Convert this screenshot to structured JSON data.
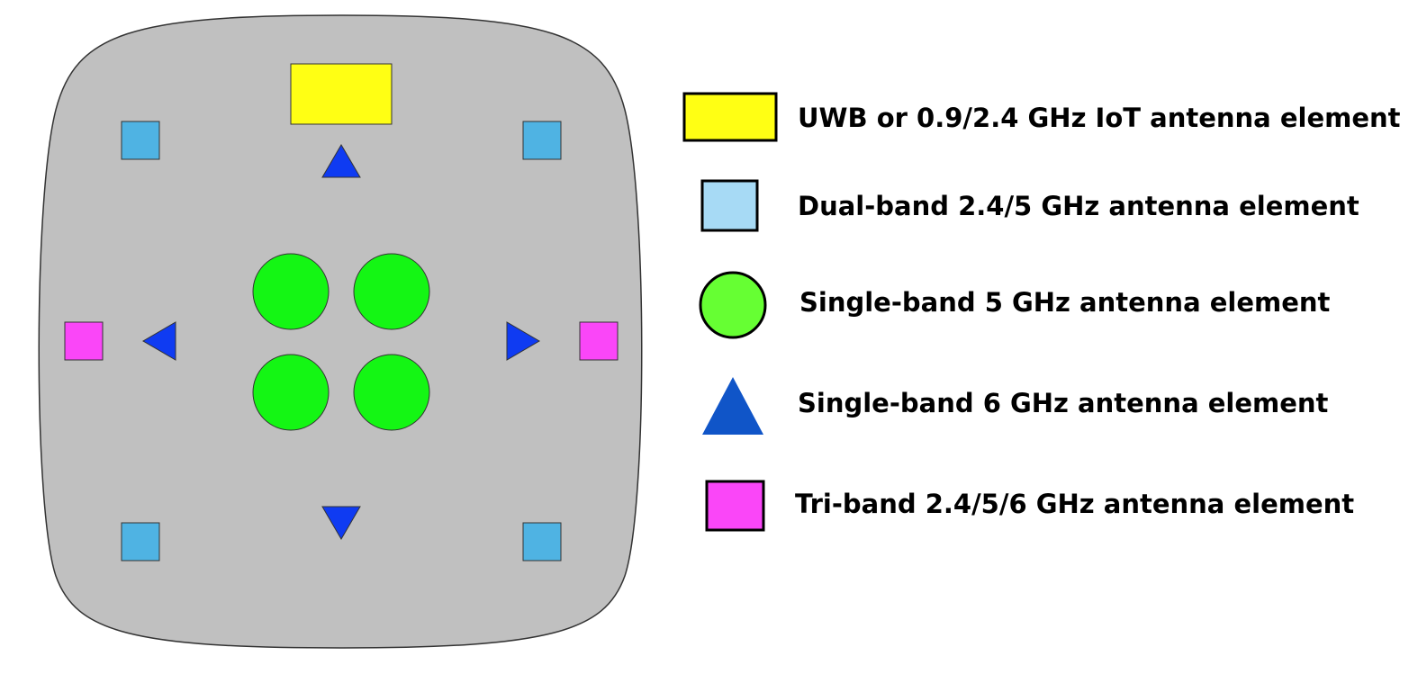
{
  "colors": {
    "board_fill": "#c0c0c0",
    "board_stroke": "#333333",
    "iot": "#ffff14",
    "dual_band": "#4fb3e3",
    "dual_band_legend": "#a7daf5",
    "single_5ghz": "#14f614",
    "single_5ghz_legend": "#66ff33",
    "single_6ghz": "#0f3bf2",
    "single_6ghz_legend": "#1055c8",
    "tri_band": "#fa46f8",
    "legend_stroke": "#000000"
  },
  "legend": {
    "iot_label": "UWB or 0.9/2.4 GHz IoT antenna element",
    "dual_band_label": "Dual-band 2.4/5 GHz antenna element",
    "single_5ghz_label": "Single-band 5 GHz antenna element",
    "single_6ghz_label": "Single-band 6 GHz antenna element",
    "tri_band_label": "Tri-band 2.4/5/6 GHz antenna element"
  },
  "icons": {
    "iot": "rectangle",
    "dual_band": "square",
    "single_5ghz": "circle",
    "single_6ghz": "triangle",
    "tri_band": "square"
  }
}
